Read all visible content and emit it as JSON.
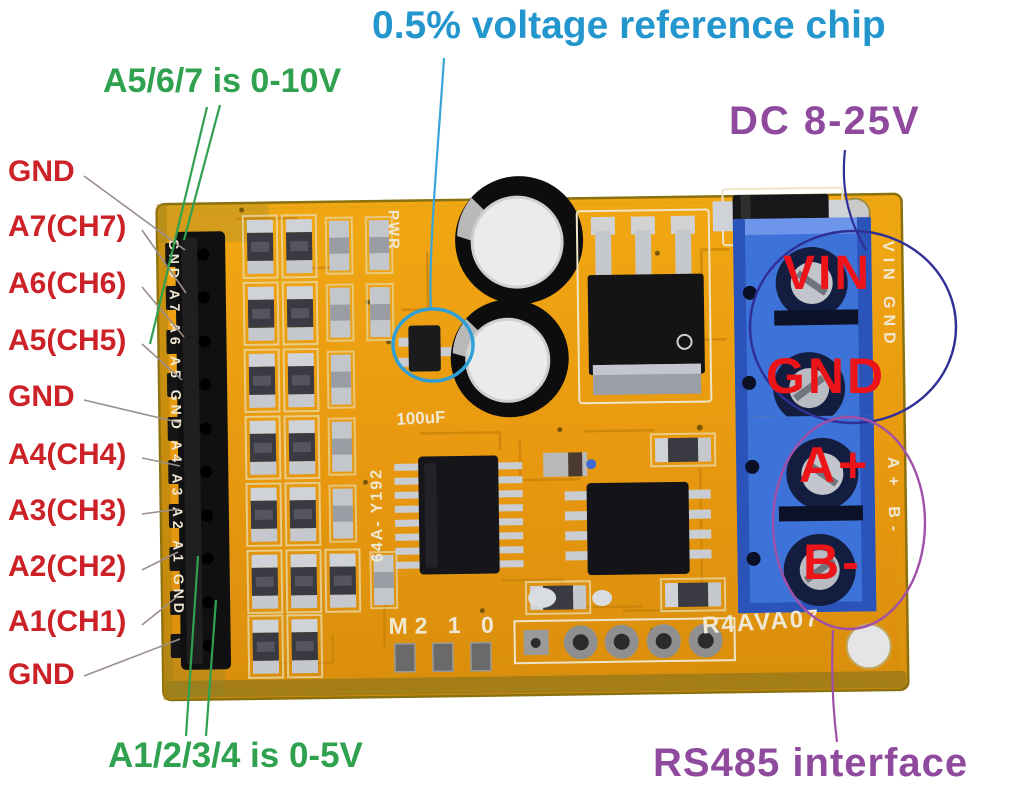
{
  "annotations": {
    "title": "0.5% voltage reference chip",
    "analog_high_range": "A5/6/7 is 0-10V",
    "analog_low_range": "A1/2/3/4 is 0-5V",
    "power_input": "DC 8-25V",
    "rs485": "RS485 interface"
  },
  "pin_labels": [
    "GND",
    "A7(CH7)",
    "A6(CH6)",
    "A5(CH5)",
    "GND",
    "A4(CH4)",
    "A3(CH3)",
    "A2(CH2)",
    "A1(CH1)",
    "GND"
  ],
  "terminals": {
    "vin": "VIN",
    "gnd": "GND",
    "a_plus": "A+",
    "b_minus": "B-"
  },
  "silkscreen": {
    "pin_strip": "GND A7 A6 A5 GND A4 A3 A2 A1 GND",
    "pwr": "PWR",
    "cap_value": "100uF",
    "board_code": "64A- Y192",
    "jumper_label": "M2 1 0",
    "model": "R4AVA07",
    "power_pins": "VIN GND",
    "rs485_pins": "A+  B-"
  },
  "colors": {
    "title_blue": "#2496ce",
    "annotation_green": "#2fa14f",
    "pin_label_red": "#cb2127",
    "terminal_text_red": "#ec1418",
    "annotation_purple": "#8f4a9e",
    "navy_circle": "#2f2f96",
    "purple_circle": "#a050a8",
    "blue_circle": "#2f9fd6",
    "board_orange": "#e8980f",
    "terminal_blue": "#3d72d8"
  }
}
